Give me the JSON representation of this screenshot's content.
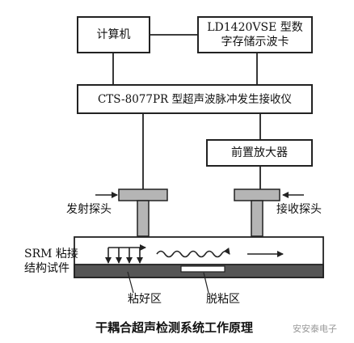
{
  "boxes": {
    "computer": "计算机",
    "oscilloscope_line1": "LD1420VSE 型数",
    "oscilloscope_line2": "字存储示波卡",
    "pulser": "CTS-8077PR 型超声波脉冲发生接收仪",
    "preamp": "前置放大器"
  },
  "labels": {
    "transmit_probe": "发射探头",
    "receive_probe": "接收探头",
    "specimen_line1": "SRM 粘接",
    "specimen_line2": "结构试件",
    "good_bond": "粘好区",
    "debond": "脱粘区"
  },
  "caption": "干耦合超声检测系统工作原理",
  "watermark": "安安泰电子",
  "colors": {
    "stroke": "#222222",
    "fill": "#ffffff",
    "gray": "#b5b5b5",
    "dark": "#555555"
  }
}
